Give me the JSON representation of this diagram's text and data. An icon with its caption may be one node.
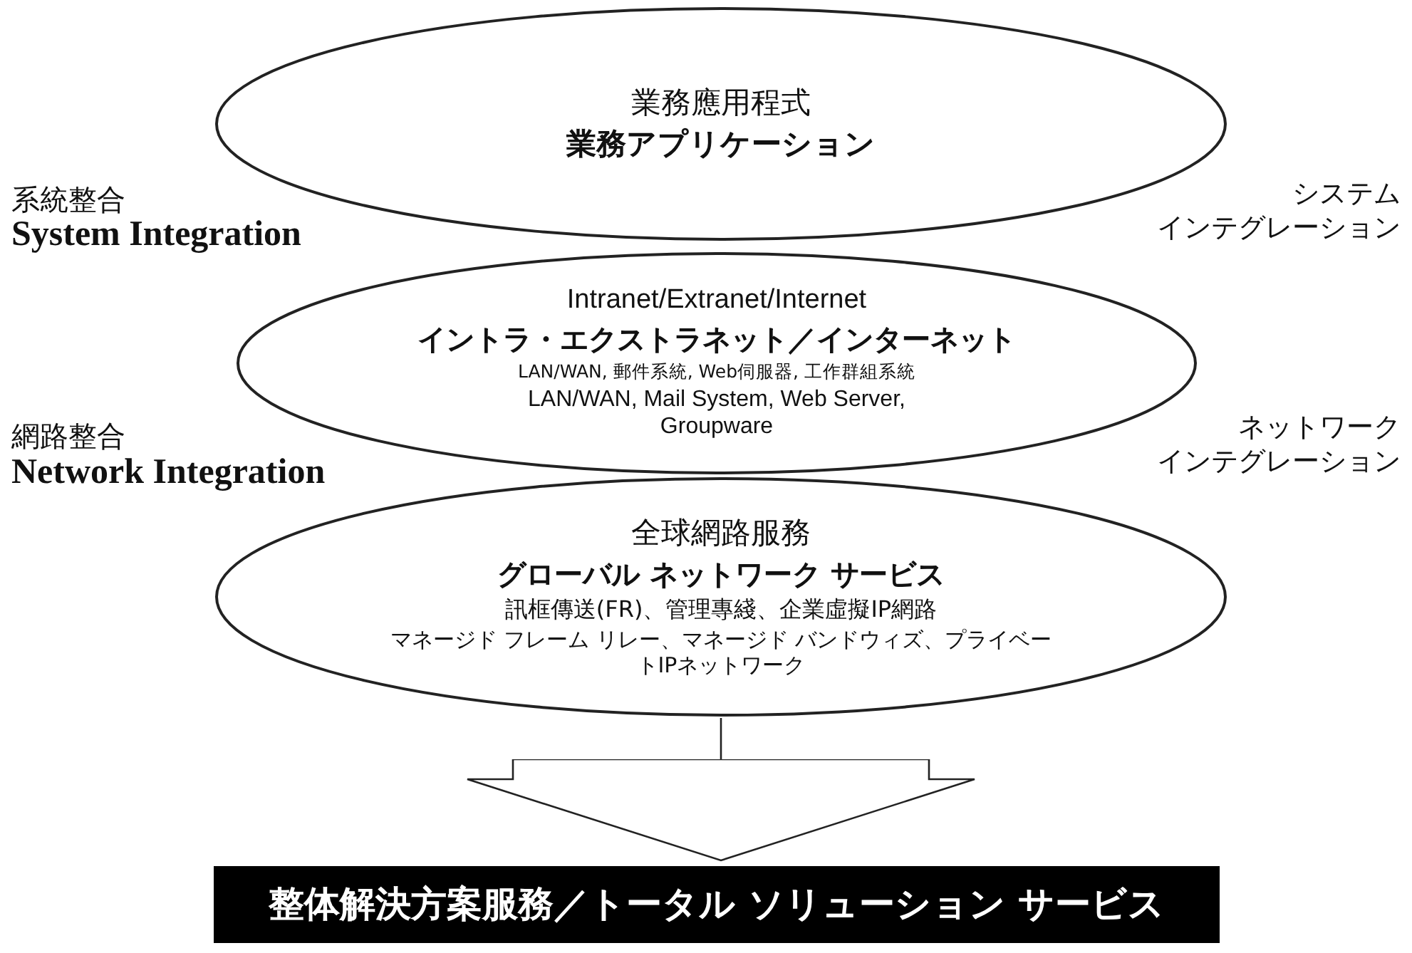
{
  "diagram": {
    "nodes": [
      {
        "text": [
          "業務應用程式",
          "業務アプリケーション"
        ]
      },
      {
        "text": [
          "Intranet/Extranet/Internet",
          "イントラ・エクストラネット／インターネット",
          "LAN/WAN, 郵件系統, Web伺服器, 工作群組系統",
          "LAN/WAN, Mail System, Web Server, Groupware"
        ]
      },
      {
        "text": [
          "全球網路服務",
          "グローバル ネットワーク サービス",
          "訊框傳送(FR)、管理專綫、企業虛擬IP網路",
          "マネージド フレーム リレー、マネージド バンドウィズ、プライベートIPネットワーク"
        ]
      },
      {
        "text": [
          "整体解決方案服務／トータル ソリューション サービス"
        ]
      }
    ],
    "edges": [
      {
        "from": 2,
        "to": 3,
        "arrow": "to"
      }
    ],
    "labels": [
      "系統整合",
      "System Integration",
      "システム",
      "インテグレーション",
      "網路整合",
      "Network Integration",
      "ネットワーク",
      "インテグレーション"
    ]
  }
}
